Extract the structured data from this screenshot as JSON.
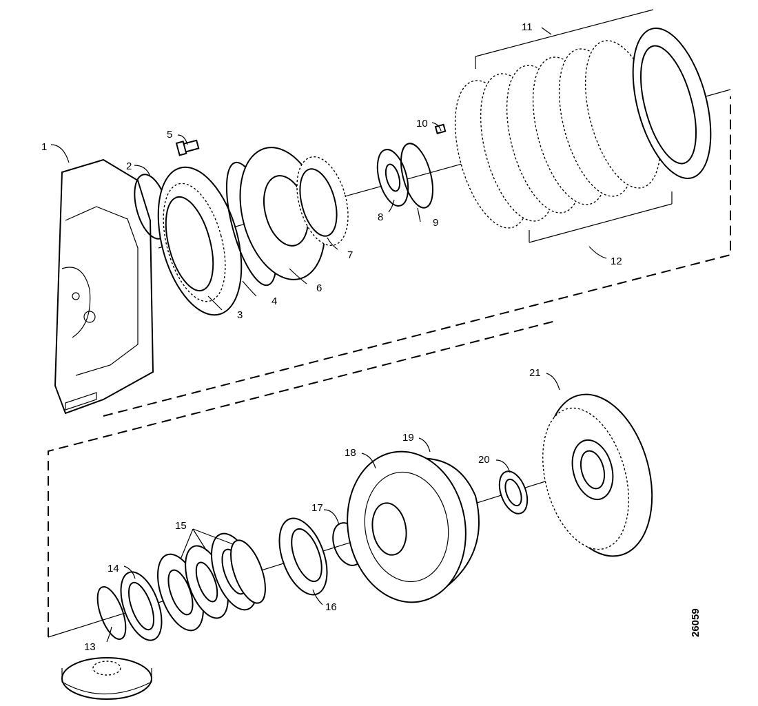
{
  "callouts": [
    "1",
    "2",
    "3",
    "4",
    "5",
    "6",
    "7",
    "8",
    "9",
    "10",
    "11",
    "12",
    "13",
    "14",
    "15",
    "16",
    "17",
    "18",
    "19",
    "20",
    "21"
  ],
  "reference_number": "26059",
  "colors": {
    "ink": "#000000",
    "paper": "#ffffff"
  }
}
